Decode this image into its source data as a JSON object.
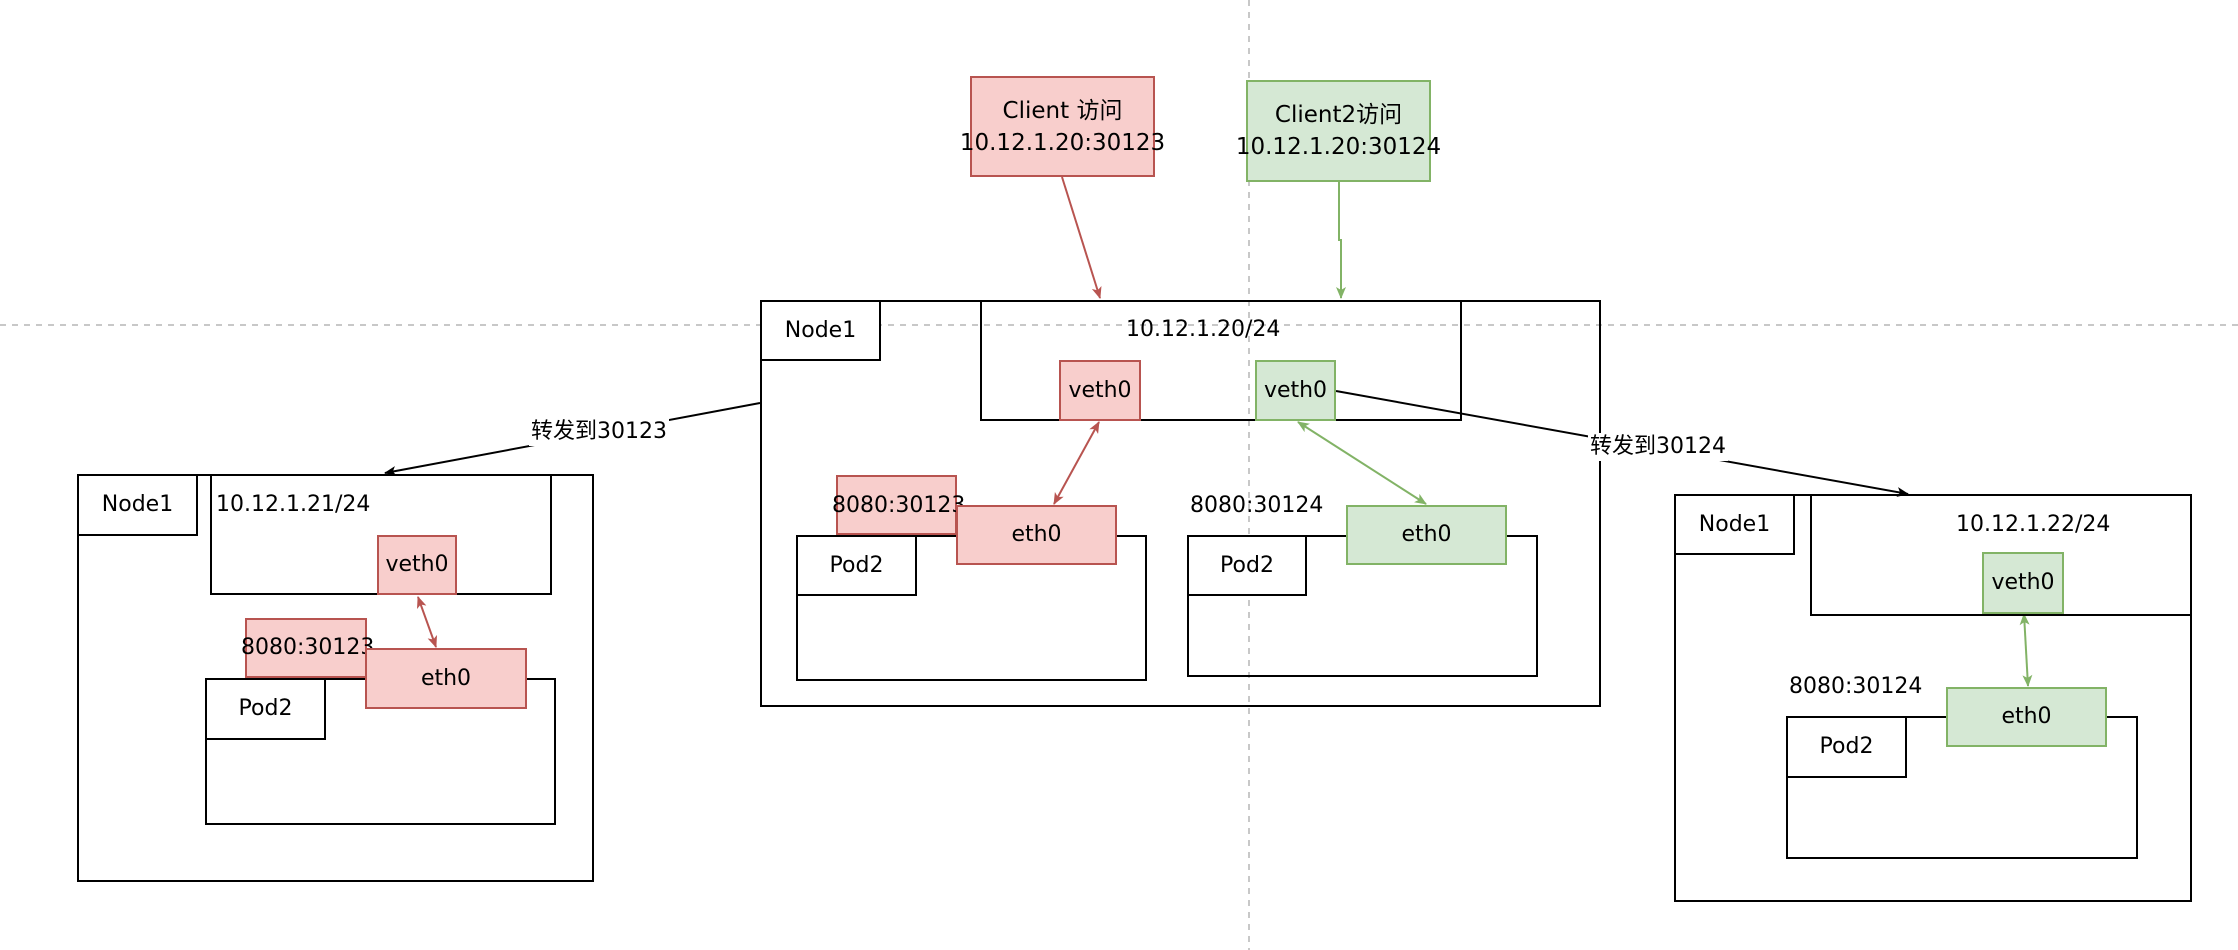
{
  "colors": {
    "red_fill": "#f8cecc",
    "red_stroke": "#b85450",
    "green_fill": "#d5e8d4",
    "green_stroke": "#82b366"
  },
  "clients": {
    "client1": {
      "line1": "Client 访问",
      "line2": "10.12.1.20:30123"
    },
    "client2": {
      "line1": "Client2访问",
      "line2": "10.12.1.20:30124"
    }
  },
  "center_node": {
    "title": "Node1",
    "ip": "10.12.1.20/24",
    "veth_red": "veth0",
    "veth_green": "veth0",
    "pod_left": {
      "title": "Pod2",
      "port": "8080:30123",
      "eth": "eth0"
    },
    "pod_right": {
      "title": "Pod2",
      "port": "8080:30124",
      "eth": "eth0"
    }
  },
  "left_node": {
    "title": "Node1",
    "ip": "10.12.1.21/24",
    "veth": "veth0",
    "pod": {
      "title": "Pod2",
      "port": "8080:30123",
      "eth": "eth0"
    }
  },
  "right_node": {
    "title": "Node1",
    "ip": "10.12.1.22/24",
    "veth": "veth0",
    "pod": {
      "title": "Pod2",
      "port": "8080:30124",
      "eth": "eth0"
    }
  },
  "edges": {
    "forward_left": "转发到30123",
    "forward_right": "转发到30124"
  }
}
